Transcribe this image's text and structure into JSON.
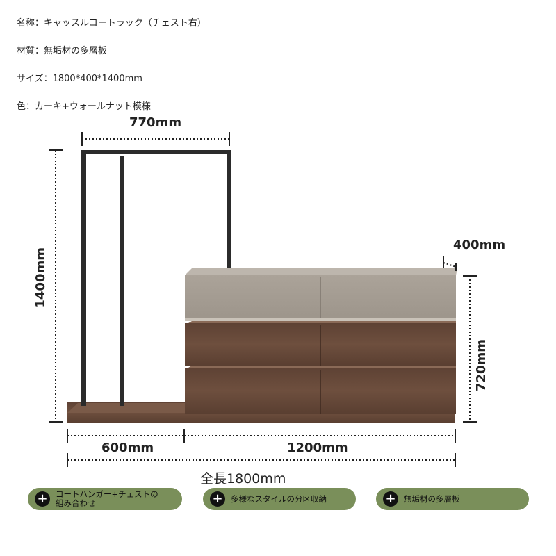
{
  "specs": {
    "name": "名称：キャッスルコートラック（チェスト右）",
    "material": "材質：無垢材の多層板",
    "size": "サイズ：1800*400*1400mm",
    "color": "色：カーキ+ウォールナット模様"
  },
  "dimensions": {
    "top_width": "770mm",
    "height_total": "1400mm",
    "depth": "400mm",
    "height_chest": "720mm",
    "left_width": "600mm",
    "right_width": "1200mm",
    "total_length": "全長1800mm"
  },
  "colors": {
    "khaki": "#a79f96",
    "walnut": "#6b4c3b",
    "frame": "#2b2b2b",
    "badge": "#7a8f5a"
  },
  "badges": [
    {
      "icon": "plus-icon",
      "line1": "コートハンガー+チェストの",
      "line2": "組み合わせ"
    },
    {
      "icon": "plus-icon",
      "label": "多様なスタイルの分区収納"
    },
    {
      "icon": "plus-icon",
      "label": "無垢材の多層板"
    }
  ]
}
